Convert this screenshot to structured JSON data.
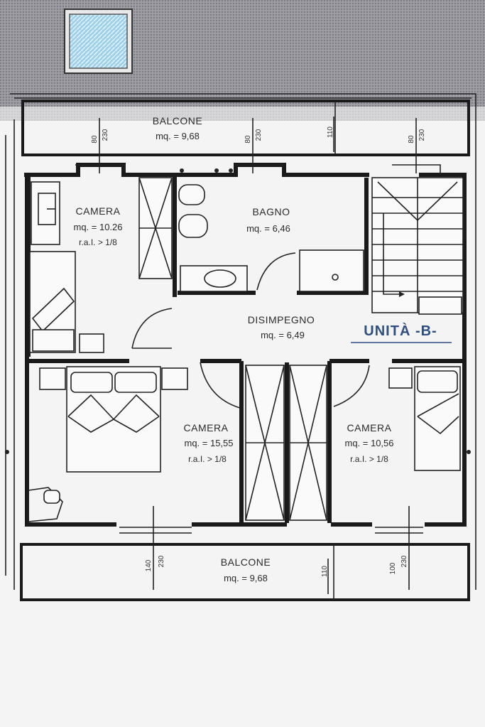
{
  "plan": {
    "unit_label": "UNITÀ -B-",
    "rooms": [
      {
        "id": "balcone-top",
        "name": "BALCONE",
        "area": "mq. = 9,68"
      },
      {
        "id": "camera-1",
        "name": "CAMERA",
        "area": "mq. = 10.26",
        "ratio": "r.a.I. > 1/8"
      },
      {
        "id": "bagno",
        "name": "BAGNO",
        "area": "mq. = 6,46"
      },
      {
        "id": "disimpegno",
        "name": "DISIMPEGNO",
        "area": "mq. = 6,49"
      },
      {
        "id": "camera-2",
        "name": "CAMERA",
        "area": "mq. = 15,55",
        "ratio": "r.a.I. > 1/8"
      },
      {
        "id": "camera-3",
        "name": "CAMERA",
        "area": "mq. = 10,56",
        "ratio": "r.a.I. > 1/8"
      },
      {
        "id": "balcone-bottom",
        "name": "BALCONE",
        "area": "mq. = 9,68"
      }
    ],
    "dimensions": {
      "win_top_1": [
        "80",
        "230"
      ],
      "win_top_2": [
        "80",
        "230"
      ],
      "win_top_3": [
        "80",
        "230"
      ],
      "top_mid": "110",
      "win_bottom_1": [
        "140",
        "230"
      ],
      "bottom_mid": "110",
      "win_bottom_2": [
        "100",
        "230"
      ]
    }
  }
}
